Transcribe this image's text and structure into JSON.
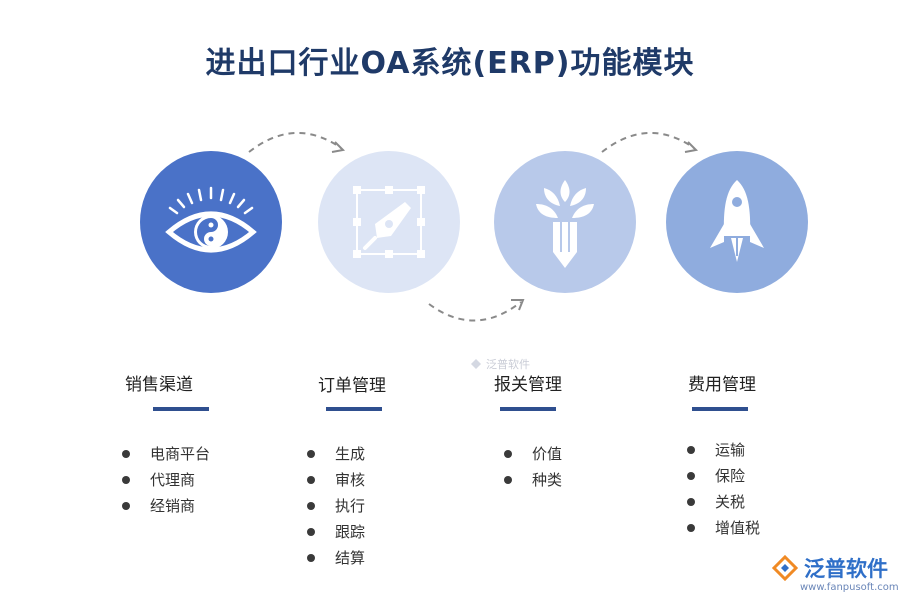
{
  "title": "进出口行业OA系统(ERP)功能模块",
  "colors": {
    "title": "#1f3a68",
    "circle_1": "#4a72c8",
    "circle_2": "#dde5f5",
    "circle_3": "#b8c9ea",
    "circle_4": "#8facde",
    "underline": "#2f4f8f",
    "brand": "#2f6fc8"
  },
  "modules": [
    {
      "icon": "eye-icon",
      "title": "销售渠道",
      "items": [
        "电商平台",
        "代理商",
        "经销商"
      ]
    },
    {
      "icon": "pen-tool-icon",
      "title": "订单管理",
      "items": [
        "生成",
        "审核",
        "执行",
        "跟踪",
        "结算"
      ]
    },
    {
      "icon": "plant-pencil-icon",
      "title": "报关管理",
      "items": [
        "价值",
        "种类"
      ]
    },
    {
      "icon": "rocket-icon",
      "title": "费用管理",
      "items": [
        "运输",
        "保险",
        "关税",
        "增值税"
      ]
    }
  ],
  "watermark": "泛普软件",
  "brand": {
    "name": "泛普软件",
    "url": "www.fanpusoft.com"
  }
}
